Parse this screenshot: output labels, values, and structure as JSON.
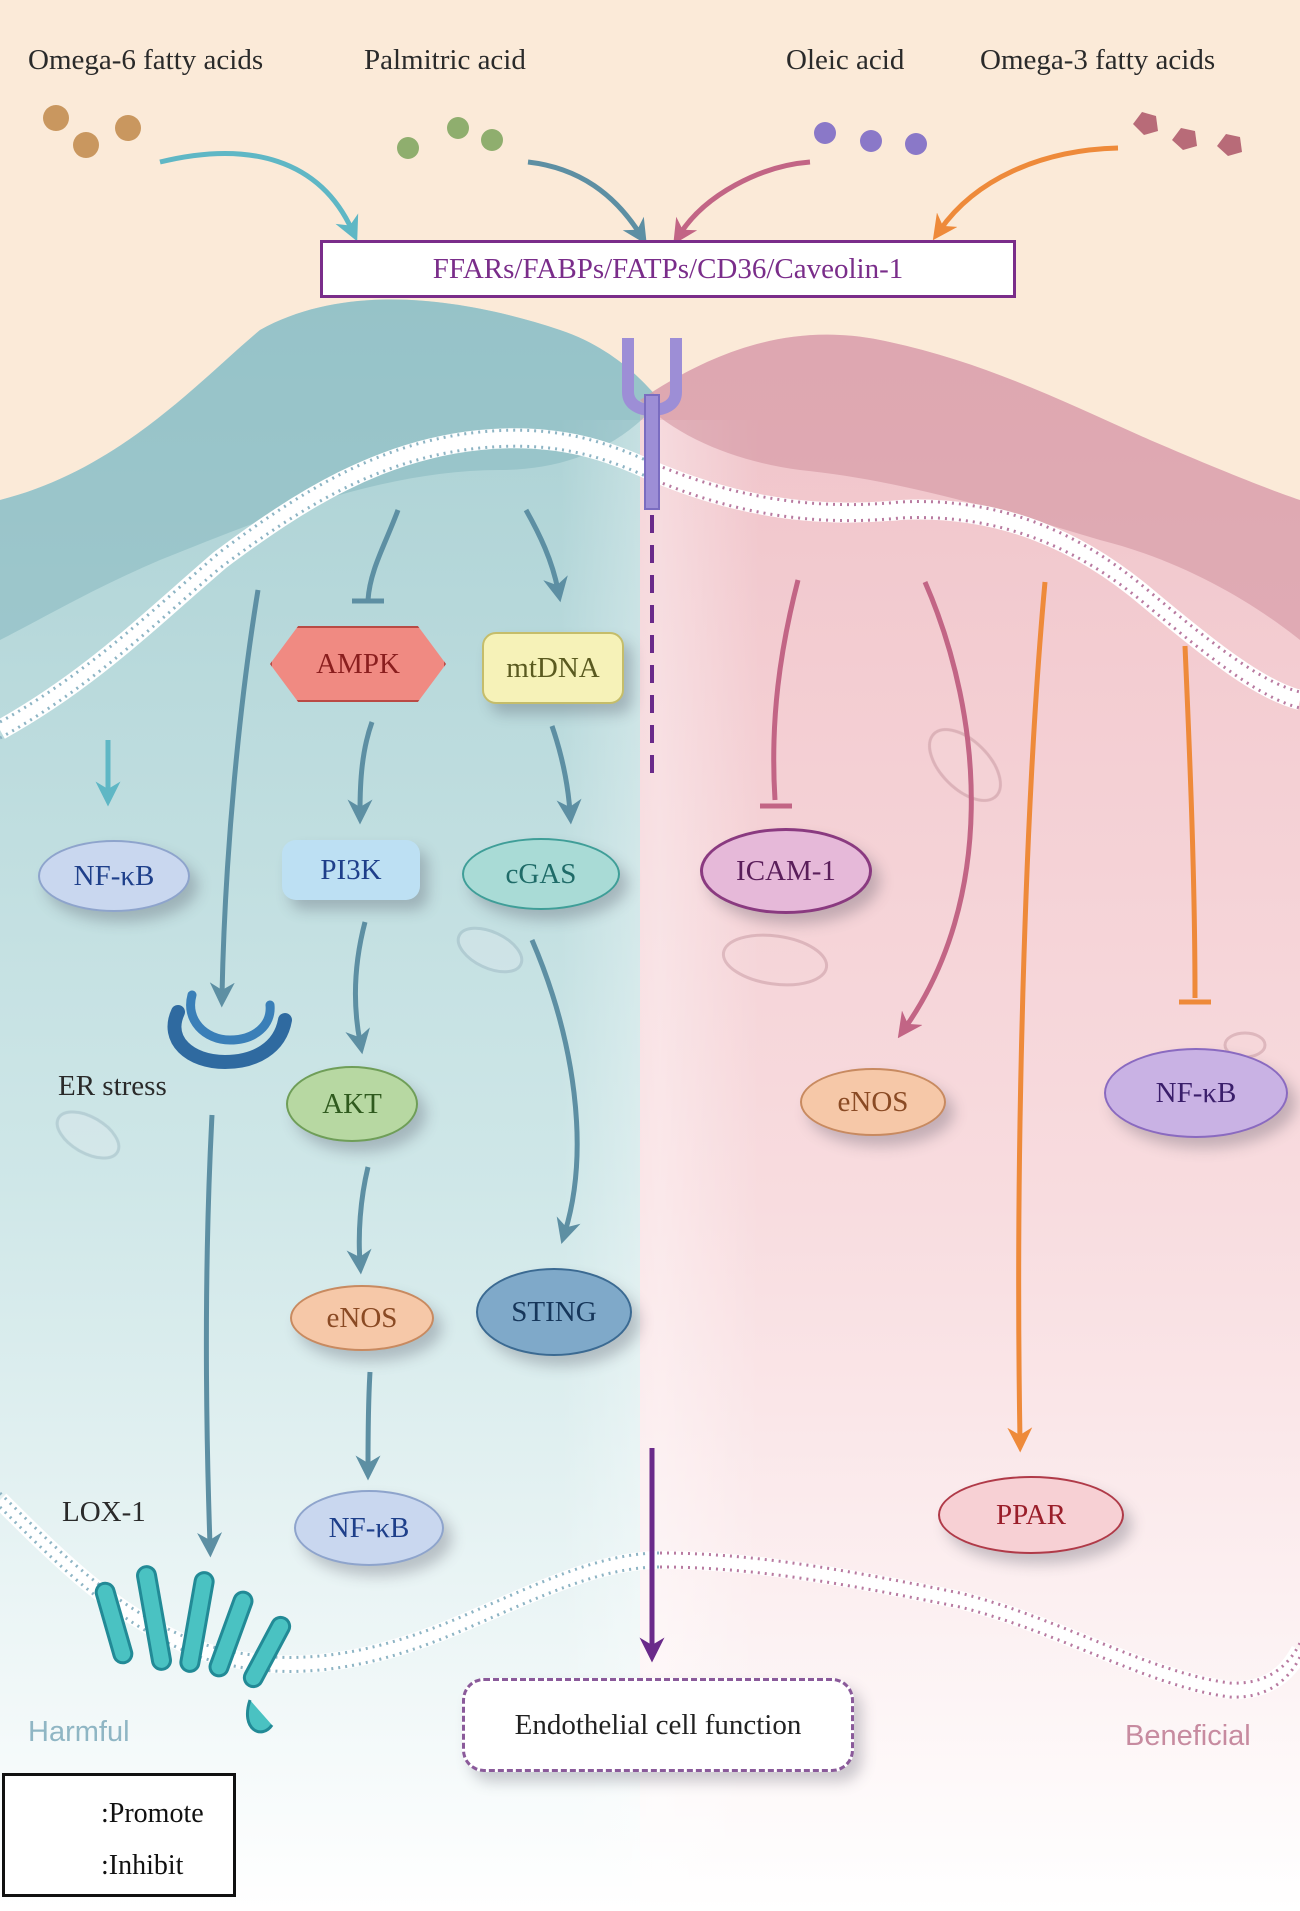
{
  "inputs": {
    "omega6": "Omega-6 fatty acids",
    "palmitic": "Palmitric acid",
    "oleic": "Oleic acid",
    "omega3": "Omega-3 fatty acids"
  },
  "receptors": "FFARs/FABPs/FATPs/CD36/Caveolin-1",
  "harmful_side": {
    "label": "Harmful",
    "nodes": {
      "ampk": "AMPK",
      "mtdna": "mtDNA",
      "nfkb_left": "NF-κB",
      "pi3k": "PI3K",
      "cgas": "cGAS",
      "er_stress": "ER stress",
      "akt": "AKT",
      "enos": "eNOS",
      "sting": "STING",
      "lox1": "LOX-1",
      "nfkb_bottom": "NF-κB"
    }
  },
  "beneficial_side": {
    "label": "Beneficial",
    "nodes": {
      "icam1": "ICAM-1",
      "enos": "eNOS",
      "nfkb": "NF-κB",
      "ppar": "PPAR"
    }
  },
  "outcome": "Endothelial cell function",
  "legend": {
    "promote": ":Promote",
    "inhibit": ":Inhibit"
  },
  "colors": {
    "harmful": "#5d8fa3",
    "beneficial": "#c26585",
    "omega3_arrow": "#ee8a3a",
    "receptor": "#7a2d8a"
  }
}
